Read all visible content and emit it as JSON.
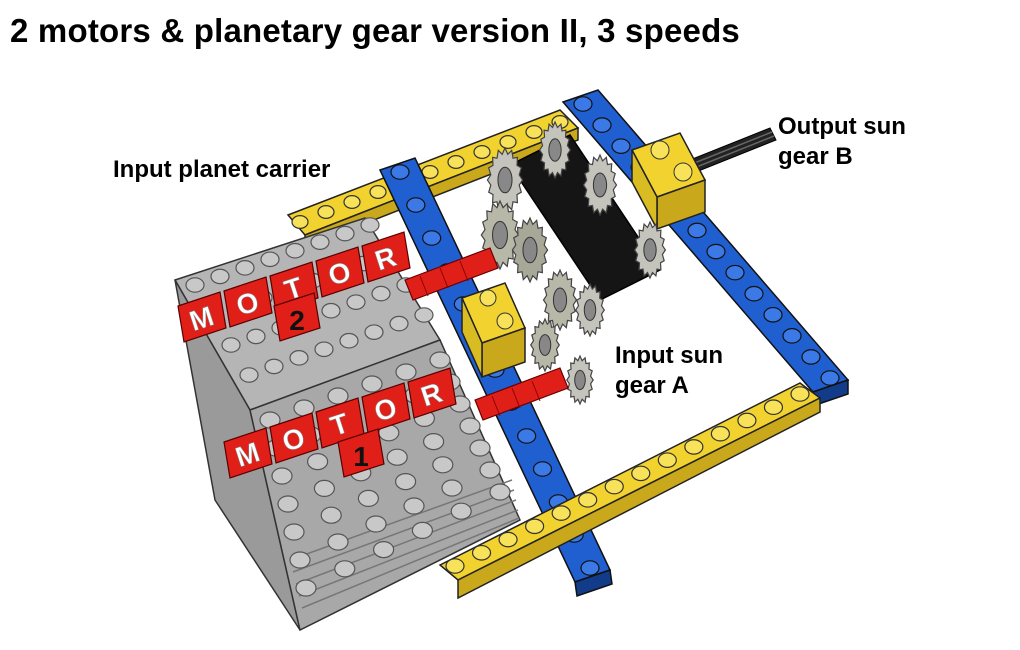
{
  "title": "2 motors & planetary gear version II, 3 speeds",
  "labels": {
    "input_planet_carrier": "Input planet carrier",
    "output_sun_gear_line1": "Output sun",
    "output_sun_gear_line2": "gear B",
    "input_sun_gear_line1": "Input sun",
    "input_sun_gear_line2": "gear A"
  },
  "motors": {
    "motor2_letters": [
      "M",
      "O",
      "T",
      "O",
      "R"
    ],
    "motor2_number": "2",
    "motor1_letters": [
      "M",
      "O",
      "T",
      "O",
      "R"
    ],
    "motor1_number": "1"
  },
  "colors": {
    "yellow_beam": "#f2d22e",
    "blue_beam": "#1f5fd0",
    "motor_grey": "#a8a8a8",
    "red_tile": "#e02018",
    "gear_grey": "#c0c0b8",
    "black": "#151515"
  }
}
